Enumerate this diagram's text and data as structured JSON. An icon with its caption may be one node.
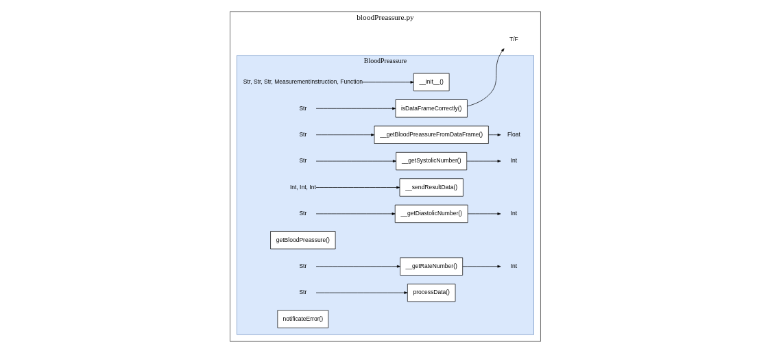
{
  "diagram": {
    "nodes": [
      {
        "text": [
          "bloodPreassure.py"
        ]
      },
      {
        "text": [
          "BloodPreassure"
        ],
        "in": 0
      },
      {
        "text": [
          "Str, Str, Str, MeasurementInstruction, Function"
        ],
        "in": 1
      },
      {
        "text": [
          "__init__()"
        ],
        "in": 1
      },
      {
        "text": [
          "Str"
        ],
        "in": 1
      },
      {
        "text": [
          "__getBloodPreassureFromDataFrame()"
        ],
        "in": 1
      },
      {
        "text": [
          "Float"
        ],
        "in": 1
      },
      {
        "text": [
          "Str"
        ],
        "in": 1
      },
      {
        "text": [
          "__getSystolicNumber()"
        ],
        "in": 1
      },
      {
        "text": [
          "Int"
        ],
        "in": 1
      },
      {
        "text": [
          "Str"
        ],
        "in": 1
      },
      {
        "text": [
          "__getDiastolicNumber()"
        ],
        "in": 1
      },
      {
        "text": [
          "Int"
        ],
        "in": 1
      },
      {
        "text": [
          "Int, Int, Int"
        ],
        "in": 1
      },
      {
        "text": [
          "__sendResultData()"
        ],
        "in": 1
      },
      {
        "text": [
          "Str"
        ],
        "in": 1
      },
      {
        "text": [
          "__getRateNumber()"
        ],
        "in": 1
      },
      {
        "text": [
          "Int"
        ],
        "in": 1
      },
      {
        "text": [
          "getBloodPreassure()"
        ],
        "in": 1
      },
      {
        "text": [
          "Str"
        ],
        "in": 1
      },
      {
        "text": [
          "isDataFrameCorrectly()"
        ],
        "in": 1
      },
      {
        "text": [
          "T/F"
        ],
        "in": 0
      },
      {
        "text": [
          "Str"
        ],
        "in": 1
      },
      {
        "text": [
          "processData()"
        ],
        "in": 1
      },
      {
        "text": [
          "notificateError()"
        ],
        "in": 1
      }
    ],
    "edges": [
      {
        "from": 2,
        "to": 3,
        "arrow": "to"
      },
      {
        "from": 4,
        "to": 5,
        "arrow": "to"
      },
      {
        "from": 5,
        "to": 6,
        "arrow": "to"
      },
      {
        "from": 7,
        "to": 8,
        "arrow": "to"
      },
      {
        "from": 8,
        "to": 9,
        "arrow": "to"
      },
      {
        "from": 10,
        "to": 11,
        "arrow": "to"
      },
      {
        "from": 11,
        "to": 12,
        "arrow": "to"
      },
      {
        "from": 13,
        "to": 14,
        "arrow": "to"
      },
      {
        "from": 15,
        "to": 16,
        "arrow": "to"
      },
      {
        "from": 16,
        "to": 17,
        "arrow": "to"
      },
      {
        "from": 19,
        "to": 20,
        "arrow": "to"
      },
      {
        "from": 20,
        "to": 21,
        "arrow": "to"
      },
      {
        "from": 22,
        "to": 23,
        "arrow": "to"
      }
    ]
  }
}
